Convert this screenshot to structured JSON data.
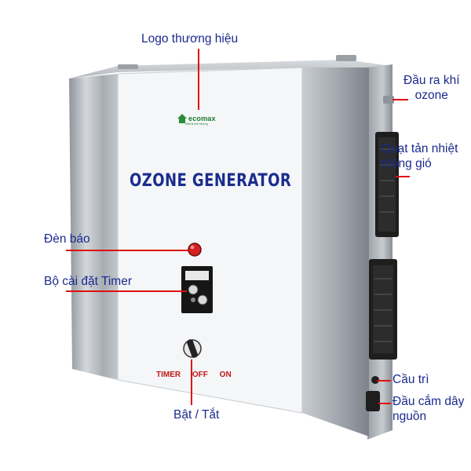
{
  "product": {
    "logo_text": "ecomax",
    "logo_subtext": "thiết bị môi trường",
    "title": "OZONE GENERATOR",
    "switch_labels": [
      "TIMER",
      "OFF",
      "ON"
    ]
  },
  "callouts": {
    "logo": "Logo thương hiệu",
    "ozone_outlet": "Đầu ra khí\nozone",
    "fan": "Quạt tản nhiệt\nthông gió",
    "indicator": "Đèn báo",
    "timer": "Bộ cài đặt Timer",
    "power_switch": "Bật / Tắt",
    "fuse": "Cầu trì",
    "power_socket": "Đầu cắm dây\nnguồn"
  },
  "colors": {
    "label_text": "#1a2a8c",
    "leader_line": "#e01010",
    "front_panel": "#f4f6f8",
    "steel": "#b9bec4",
    "title_text": "#1b2c8e",
    "indicator_lamp": "#d42020"
  }
}
